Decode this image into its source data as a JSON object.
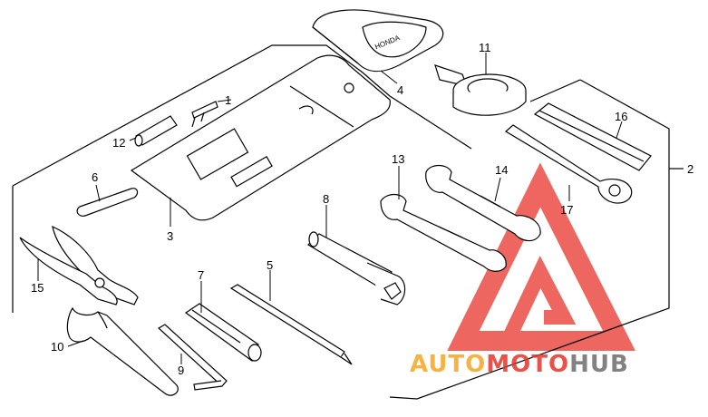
{
  "diagram": {
    "parts": [
      {
        "id": "1",
        "label": "1"
      },
      {
        "id": "2",
        "label": "2"
      },
      {
        "id": "3",
        "label": "3"
      },
      {
        "id": "4",
        "label": "4"
      },
      {
        "id": "5",
        "label": "5"
      },
      {
        "id": "6",
        "label": "6"
      },
      {
        "id": "7",
        "label": "7"
      },
      {
        "id": "8",
        "label": "8"
      },
      {
        "id": "9",
        "label": "9"
      },
      {
        "id": "10",
        "label": "10"
      },
      {
        "id": "11",
        "label": "11"
      },
      {
        "id": "12",
        "label": "12"
      },
      {
        "id": "13",
        "label": "13"
      },
      {
        "id": "14",
        "label": "14"
      },
      {
        "id": "15",
        "label": "15"
      },
      {
        "id": "16",
        "label": "16"
      },
      {
        "id": "17",
        "label": "17"
      }
    ],
    "pouch_logo_text": "HONDA"
  },
  "watermark": {
    "brand_a": "AUTO",
    "brand_b": "MOTO",
    "brand_c": "HUB",
    "color_orange": "#f5a623",
    "color_red": "#e8332a",
    "color_gray": "#6d6d6d"
  },
  "colors": {
    "line": "#000000",
    "background": "#ffffff"
  }
}
